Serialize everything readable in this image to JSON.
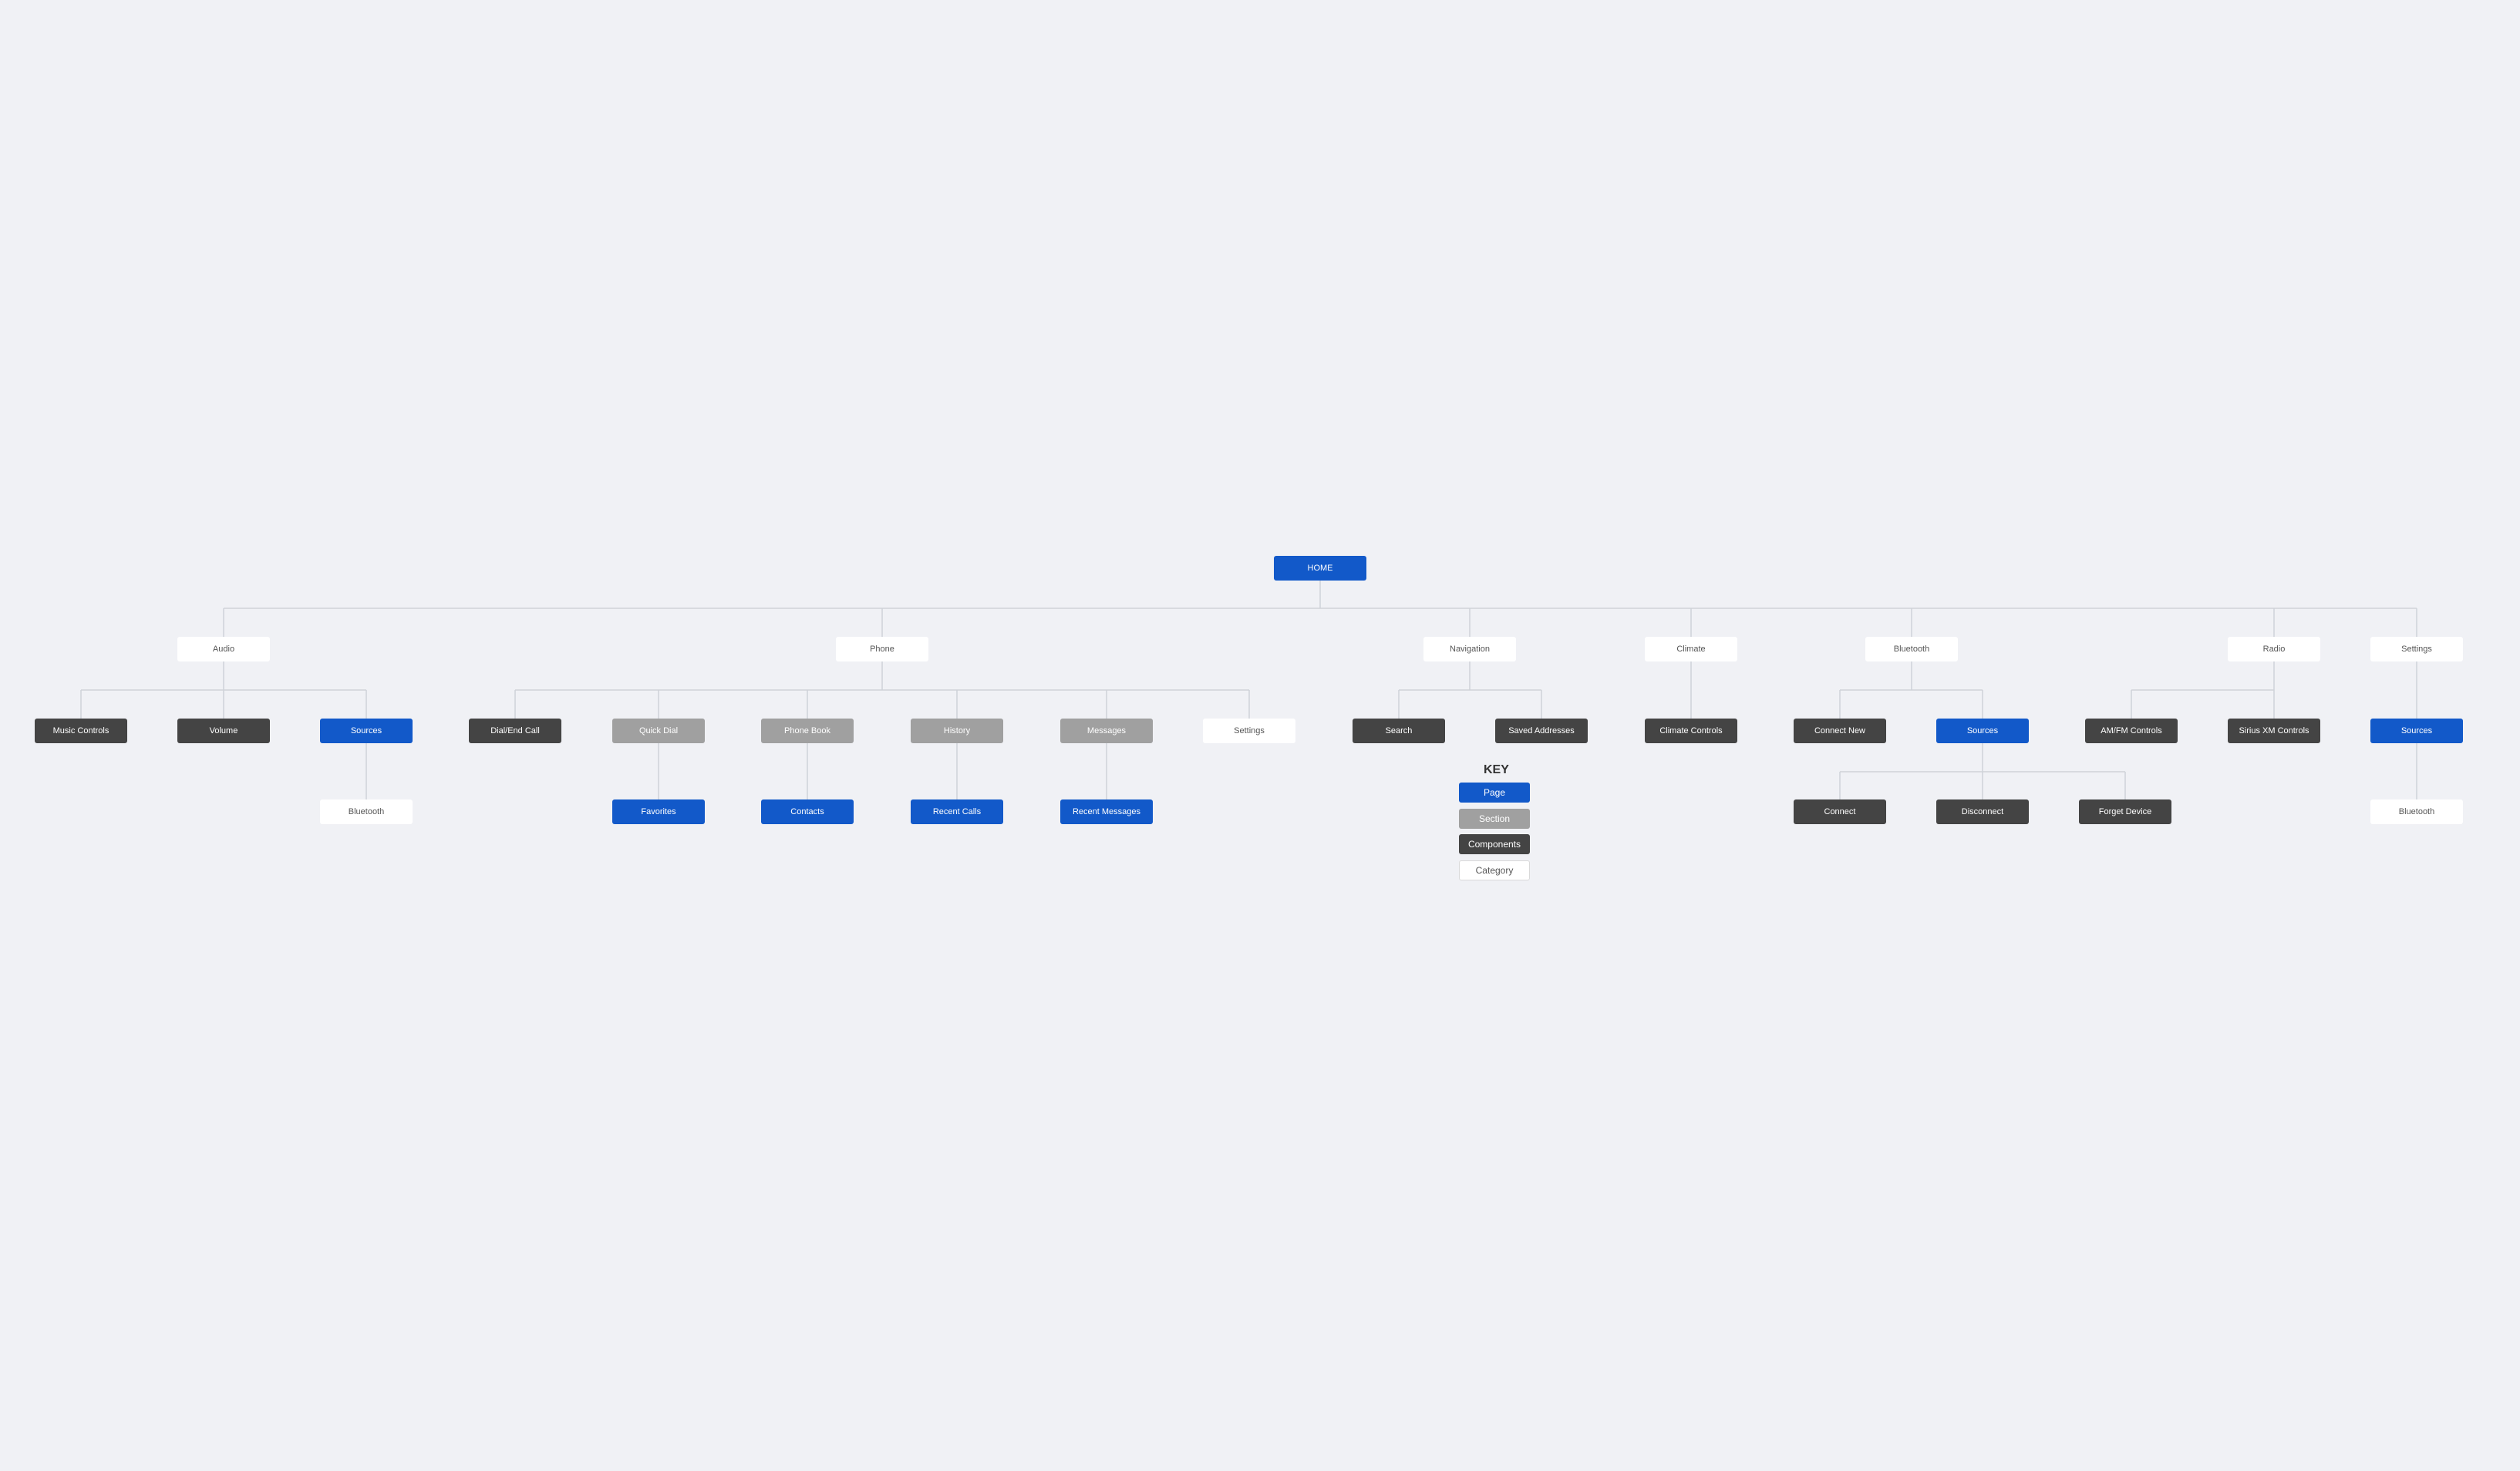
{
  "diagram": {
    "home": "HOME",
    "audio": {
      "label": "Audio",
      "music_controls": "Music Controls",
      "volume": "Volume",
      "sources": "Sources",
      "bluetooth": "Bluetooth"
    },
    "phone": {
      "label": "Phone",
      "dial_end_call": "Dial/End Call",
      "quick_dial": "Quick Dial",
      "favorites": "Favorites",
      "phone_book": "Phone Book",
      "contacts": "Contacts",
      "history": "History",
      "recent_calls": "Recent Calls",
      "messages": "Messages",
      "recent_messages": "Recent Messages",
      "settings": "Settings"
    },
    "navigation": {
      "label": "Navigation",
      "search": "Search",
      "saved_addresses": "Saved Addresses"
    },
    "climate": {
      "label": "Climate",
      "climate_controls": "Climate Controls"
    },
    "bluetooth": {
      "label": "Bluetooth",
      "connect_new": "Connect New",
      "sources": "Sources",
      "connect": "Connect",
      "disconnect": "Disconnect",
      "forget_device": "Forget Device"
    },
    "radio": {
      "label": "Radio",
      "am_fm_controls": "AM/FM Controls",
      "sirius_xm_controls": "Sirius XM Controls"
    },
    "settings": {
      "label": "Settings",
      "sources": "Sources",
      "bluetooth": "Bluetooth"
    }
  },
  "key": {
    "title": "KEY",
    "page": "Page",
    "section": "Section",
    "components": "Components",
    "category": "Category"
  },
  "colors": {
    "page": "#1259c9",
    "section": "#a0a0a0",
    "components": "#444444",
    "category": "#ffffff",
    "connector": "#cfd2d8",
    "background": "#f0f1f5"
  }
}
